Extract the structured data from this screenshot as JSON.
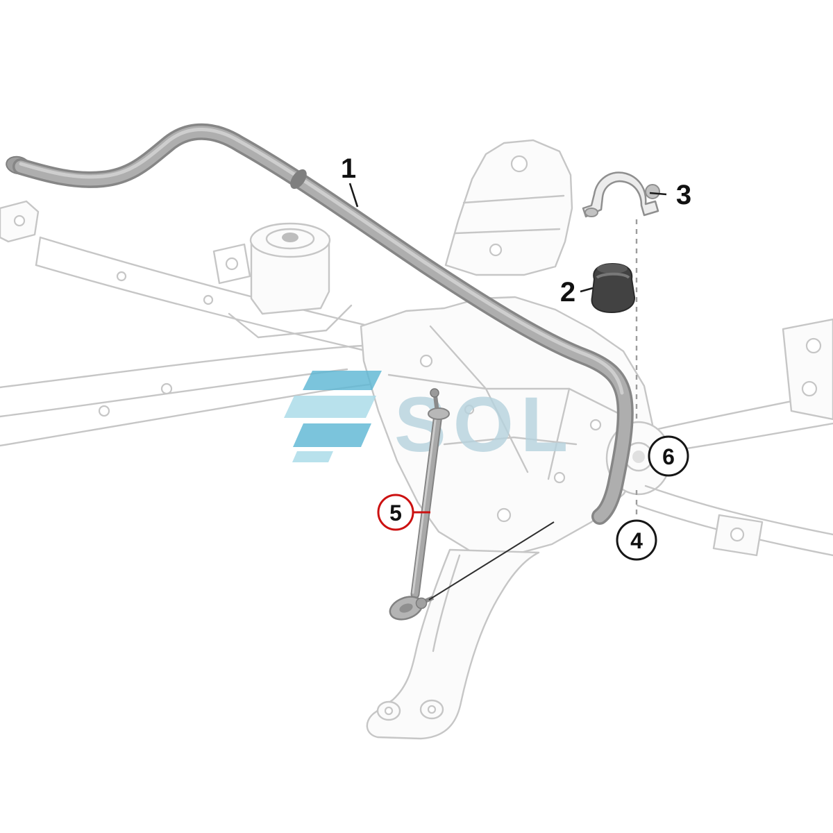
{
  "watermark": {
    "text": "SOL"
  },
  "callouts": {
    "c1": "1",
    "c2": "2",
    "c3": "3",
    "c4": "4",
    "c5": "5",
    "c6": "6"
  },
  "colors": {
    "highlight_red": "#cc1111",
    "bar_gray": "#aeaeae",
    "bar_outline": "#868686",
    "frame_gray": "#c6c6c6",
    "bushing_dark": "#424242",
    "watermark_blue": "#b7d3de",
    "logo_teal_dark": "#5fb8d5",
    "logo_teal_light": "#a9dbe9"
  }
}
